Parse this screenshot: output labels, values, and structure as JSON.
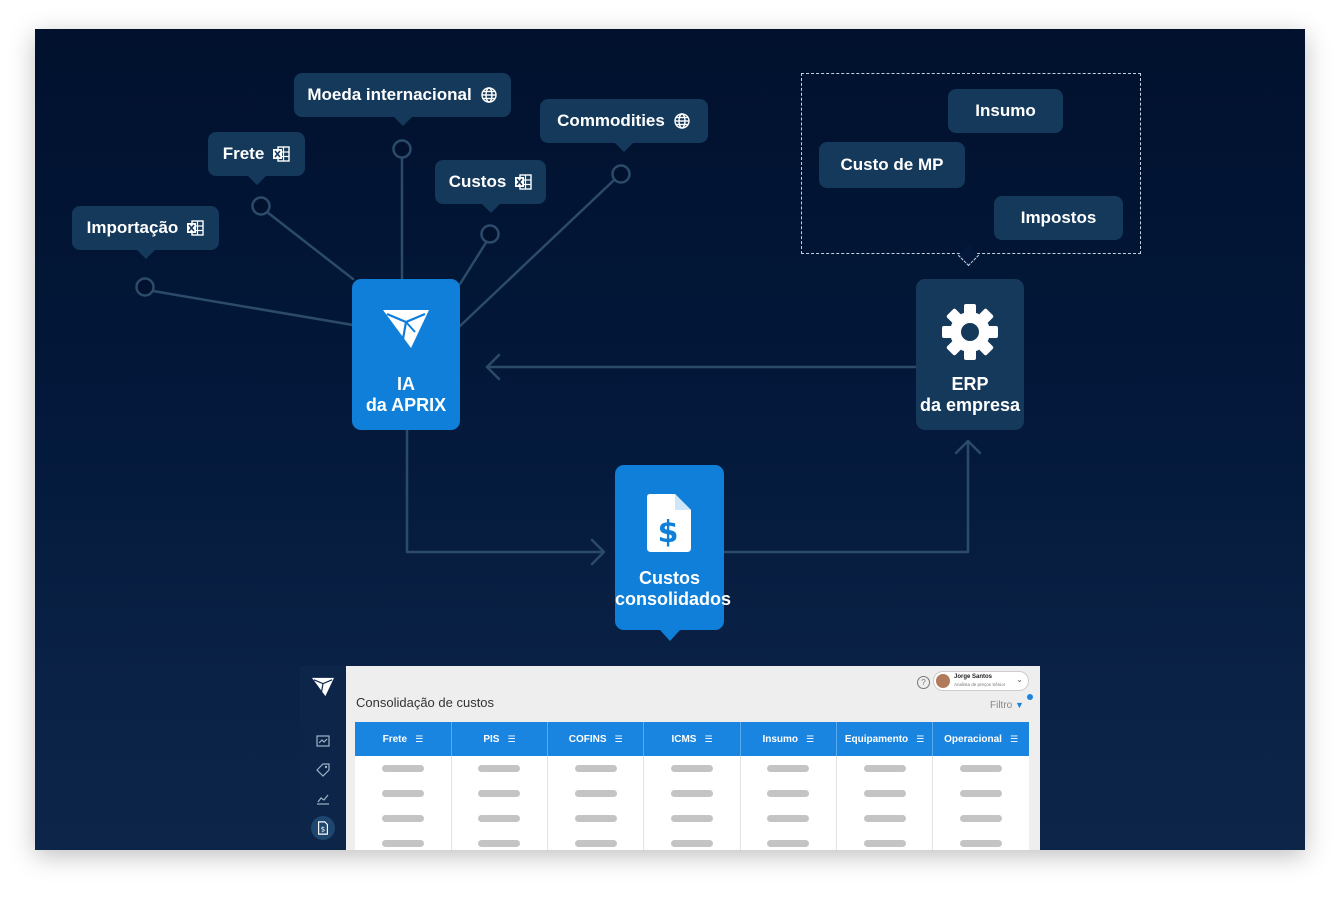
{
  "sources": [
    {
      "id": "importacao",
      "label": "Importação",
      "icon": "excel-icon"
    },
    {
      "id": "frete",
      "label": "Frete",
      "icon": "excel-icon"
    },
    {
      "id": "moeda",
      "label": "Moeda internacional",
      "icon": "globe-icon"
    },
    {
      "id": "custos",
      "label": "Custos",
      "icon": "excel-icon"
    },
    {
      "id": "commodities",
      "label": "Commodities",
      "icon": "globe-icon"
    }
  ],
  "erp_items": [
    "Insumo",
    "Custo de MP",
    "Impostos"
  ],
  "nodes": {
    "ia": {
      "line1": "IA",
      "line2": "da APRIX",
      "icon": "aprix-logo-icon"
    },
    "erp": {
      "line1": "ERP",
      "line2": "da empresa",
      "icon": "gear-icon"
    },
    "custos": {
      "line1": "Custos",
      "line2": "consolidados",
      "icon": "dollar-document-icon"
    }
  },
  "app": {
    "title": "Consolidação de custos",
    "user": {
      "name": "Jorge Santos",
      "role": "Analista de preços Sênior"
    },
    "filter_label": "Filtro",
    "columns": [
      "Frete",
      "PIS",
      "COFINS",
      "ICMS",
      "Insumo",
      "Equipamento",
      "Operacional"
    ],
    "placeholder_rows": 4,
    "sidebar_icons": [
      "dashboard-icon",
      "tag-icon",
      "chart-icon",
      "document-icon"
    ]
  },
  "colors": {
    "background": "#021432",
    "node_blue": "#0f7fd9",
    "node_dark": "#15395a",
    "wire": "#2c4a6a",
    "table_header": "#1a85e0"
  }
}
